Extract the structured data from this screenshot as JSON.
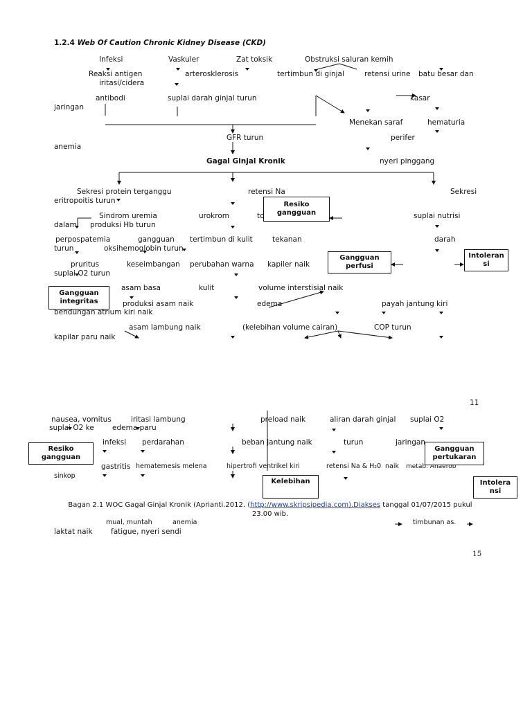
{
  "heading": {
    "number": "1.2.4",
    "title": "Web Of Caution Chronic Kidney Disease (CKD)"
  },
  "nodes": [
    {
      "id": "infeksi",
      "text": "Infeksi"
    },
    {
      "id": "vaskuler",
      "text": "Vaskuler"
    },
    {
      "id": "zat-toksik",
      "text": "Zat toksik"
    },
    {
      "id": "obstruksi",
      "text": "Obstruksi saluran kemih"
    },
    {
      "id": "reaksi-antigen",
      "text": "Reaksi antigen"
    },
    {
      "id": "arterosklerosis",
      "text": "arterosklerosis"
    },
    {
      "id": "tertimbun-ginjal",
      "text": "tertimbun di ginjal"
    },
    {
      "id": "retensi-urine",
      "text": "retensi urine"
    },
    {
      "id": "batu-besar",
      "text": "batu besar dan"
    },
    {
      "id": "iritasi-cidera",
      "text": "iritasi/cidera"
    },
    {
      "id": "antibodi",
      "text": "antibodi"
    },
    {
      "id": "suplai-darah",
      "text": "suplai darah ginjal turun"
    },
    {
      "id": "kasar",
      "text": "kasar"
    },
    {
      "id": "jaringan",
      "text": "jaringan"
    },
    {
      "id": "menekan-saraf",
      "text": "Menekan saraf"
    },
    {
      "id": "hematuria",
      "text": "hematuria"
    },
    {
      "id": "gfr-turun",
      "text": "GFR turun"
    },
    {
      "id": "perifer",
      "text": "perifer"
    },
    {
      "id": "anemia-1",
      "text": "anemia"
    },
    {
      "id": "gagal-ginjal",
      "text": "Gagal Ginjal Kronik"
    },
    {
      "id": "nyeri-pinggang",
      "text": "nyeri pinggang"
    },
    {
      "id": "sekresi-protein",
      "text": "Sekresi protein terganggu"
    },
    {
      "id": "retensi-na",
      "text": "retensi Na"
    },
    {
      "id": "sekresi",
      "text": "Sekresi"
    },
    {
      "id": "eritropoitis",
      "text": "eritropoitis turun"
    },
    {
      "id": "sindrom-uremia",
      "text": "Sindrom uremia"
    },
    {
      "id": "urokrom",
      "text": "urokrom"
    },
    {
      "id": "to",
      "text": "to"
    },
    {
      "id": "suplai-nutrisi",
      "text": "suplai nutrisi"
    },
    {
      "id": "dalam",
      "text": "dalam"
    },
    {
      "id": "produksi-hb",
      "text": "produksi Hb turun"
    },
    {
      "id": "perpospatemia",
      "text": "perpospatemia"
    },
    {
      "id": "gangguan-1",
      "text": "gangguan"
    },
    {
      "id": "tertimbun-kulit",
      "text": "tertimbun di kulit"
    },
    {
      "id": "tekanan",
      "text": "tekanan"
    },
    {
      "id": "darah",
      "text": "darah"
    },
    {
      "id": "turun-1",
      "text": "turun"
    },
    {
      "id": "oksihemoglobin",
      "text": "oksihemoglobin turun"
    },
    {
      "id": "pruritus",
      "text": "pruritus"
    },
    {
      "id": "keseimbangan",
      "text": "keseimbangan"
    },
    {
      "id": "perubahan-warna",
      "text": "perubahan warna"
    },
    {
      "id": "kapiler-naik",
      "text": "kapiler naik"
    },
    {
      "id": "suplai-o2",
      "text": "suplai O2 turun"
    },
    {
      "id": "asam-basa",
      "text": "asam basa"
    },
    {
      "id": "kulit",
      "text": "kulit"
    },
    {
      "id": "volume-interstisial",
      "text": "volume interstisial naik"
    },
    {
      "id": "produksi-asam",
      "text": "produksi asam naik"
    },
    {
      "id": "edema",
      "text": "edema"
    },
    {
      "id": "payah-jantung",
      "text": "payah jantung kiri"
    },
    {
      "id": "bendungan-atrium",
      "text": "bendungan atrium kiri naik"
    },
    {
      "id": "asam-lambung",
      "text": "asam lambung naik"
    },
    {
      "id": "kelebihan-volume",
      "text": "(kelebihan volume cairan)"
    },
    {
      "id": "cop-turun",
      "text": "COP turun"
    },
    {
      "id": "kapiler-paru",
      "text": "kapilar paru naik"
    },
    {
      "id": "nausea",
      "text": "nausea, vomitus"
    },
    {
      "id": "iritasi-lambung",
      "text": "iritasi lambung"
    },
    {
      "id": "preload",
      "text": "preload naik"
    },
    {
      "id": "aliran-darah",
      "text": "aliran darah ginjal"
    },
    {
      "id": "suplai-o2-2",
      "text": "suplai O2"
    },
    {
      "id": "suplai-o2-ke",
      "text": "suplai O2 ke"
    },
    {
      "id": "edema-paru",
      "text": "edema paru"
    },
    {
      "id": "infeksi-2",
      "text": "infeksi"
    },
    {
      "id": "perdarahan",
      "text": "perdarahan"
    },
    {
      "id": "beban-jantung",
      "text": "beban jantung naik"
    },
    {
      "id": "turun-2",
      "text": "turun"
    },
    {
      "id": "jaringan-2",
      "text": "jaringan"
    },
    {
      "id": "gastritis",
      "text": "gastritis"
    },
    {
      "id": "hematemesis",
      "text": "hematemesis melena"
    },
    {
      "id": "hipertrofi",
      "text": "hipertrofi ventrikel kiri"
    },
    {
      "id": "retensi-na-h2o",
      "text": "retensi Na & H₂0"
    },
    {
      "id": "naik",
      "text": "naik"
    },
    {
      "id": "metab-anaerob",
      "text": "metab. Anaerob"
    },
    {
      "id": "sinkop",
      "text": "sinkop"
    },
    {
      "id": "mual-muntah",
      "text": "mual, muntah"
    },
    {
      "id": "anemia-2",
      "text": "anemia"
    },
    {
      "id": "timbunan-as",
      "text": "timbunan as."
    },
    {
      "id": "laktat-naik",
      "text": "laktat naik"
    },
    {
      "id": "fatigue",
      "text": "fatigue, nyeri sendi"
    }
  ],
  "boxes": [
    {
      "id": "resiko-gangguan-1",
      "text": "Resiko gangguan"
    },
    {
      "id": "gangguan-perfusi",
      "text": "Gangguan perfusi"
    },
    {
      "id": "intoleransi-1",
      "text": "Intoleran si"
    },
    {
      "id": "gangguan-integritas",
      "text": "Gangguan integritas"
    },
    {
      "id": "resiko-gangguan-2",
      "text": "Resiko gangguan"
    },
    {
      "id": "gangguan-pertukaran",
      "text": "Gangguan pertukaran"
    },
    {
      "id": "kelebihan",
      "text": "Kelebihan"
    },
    {
      "id": "intoleransi-2",
      "text": "Intolera nsi"
    }
  ],
  "caption": {
    "prefix": "Bagan 2.1 WOC Gagal Ginjal Kronik (Aprianti.2012. (",
    "link": "http://www.skripsipedia.com).Diakses",
    "suffix": " tanggal 01/07/2015 pukul",
    "line2": "23.00 wib."
  },
  "page_numbers": {
    "inner": "11",
    "outer": "15"
  }
}
